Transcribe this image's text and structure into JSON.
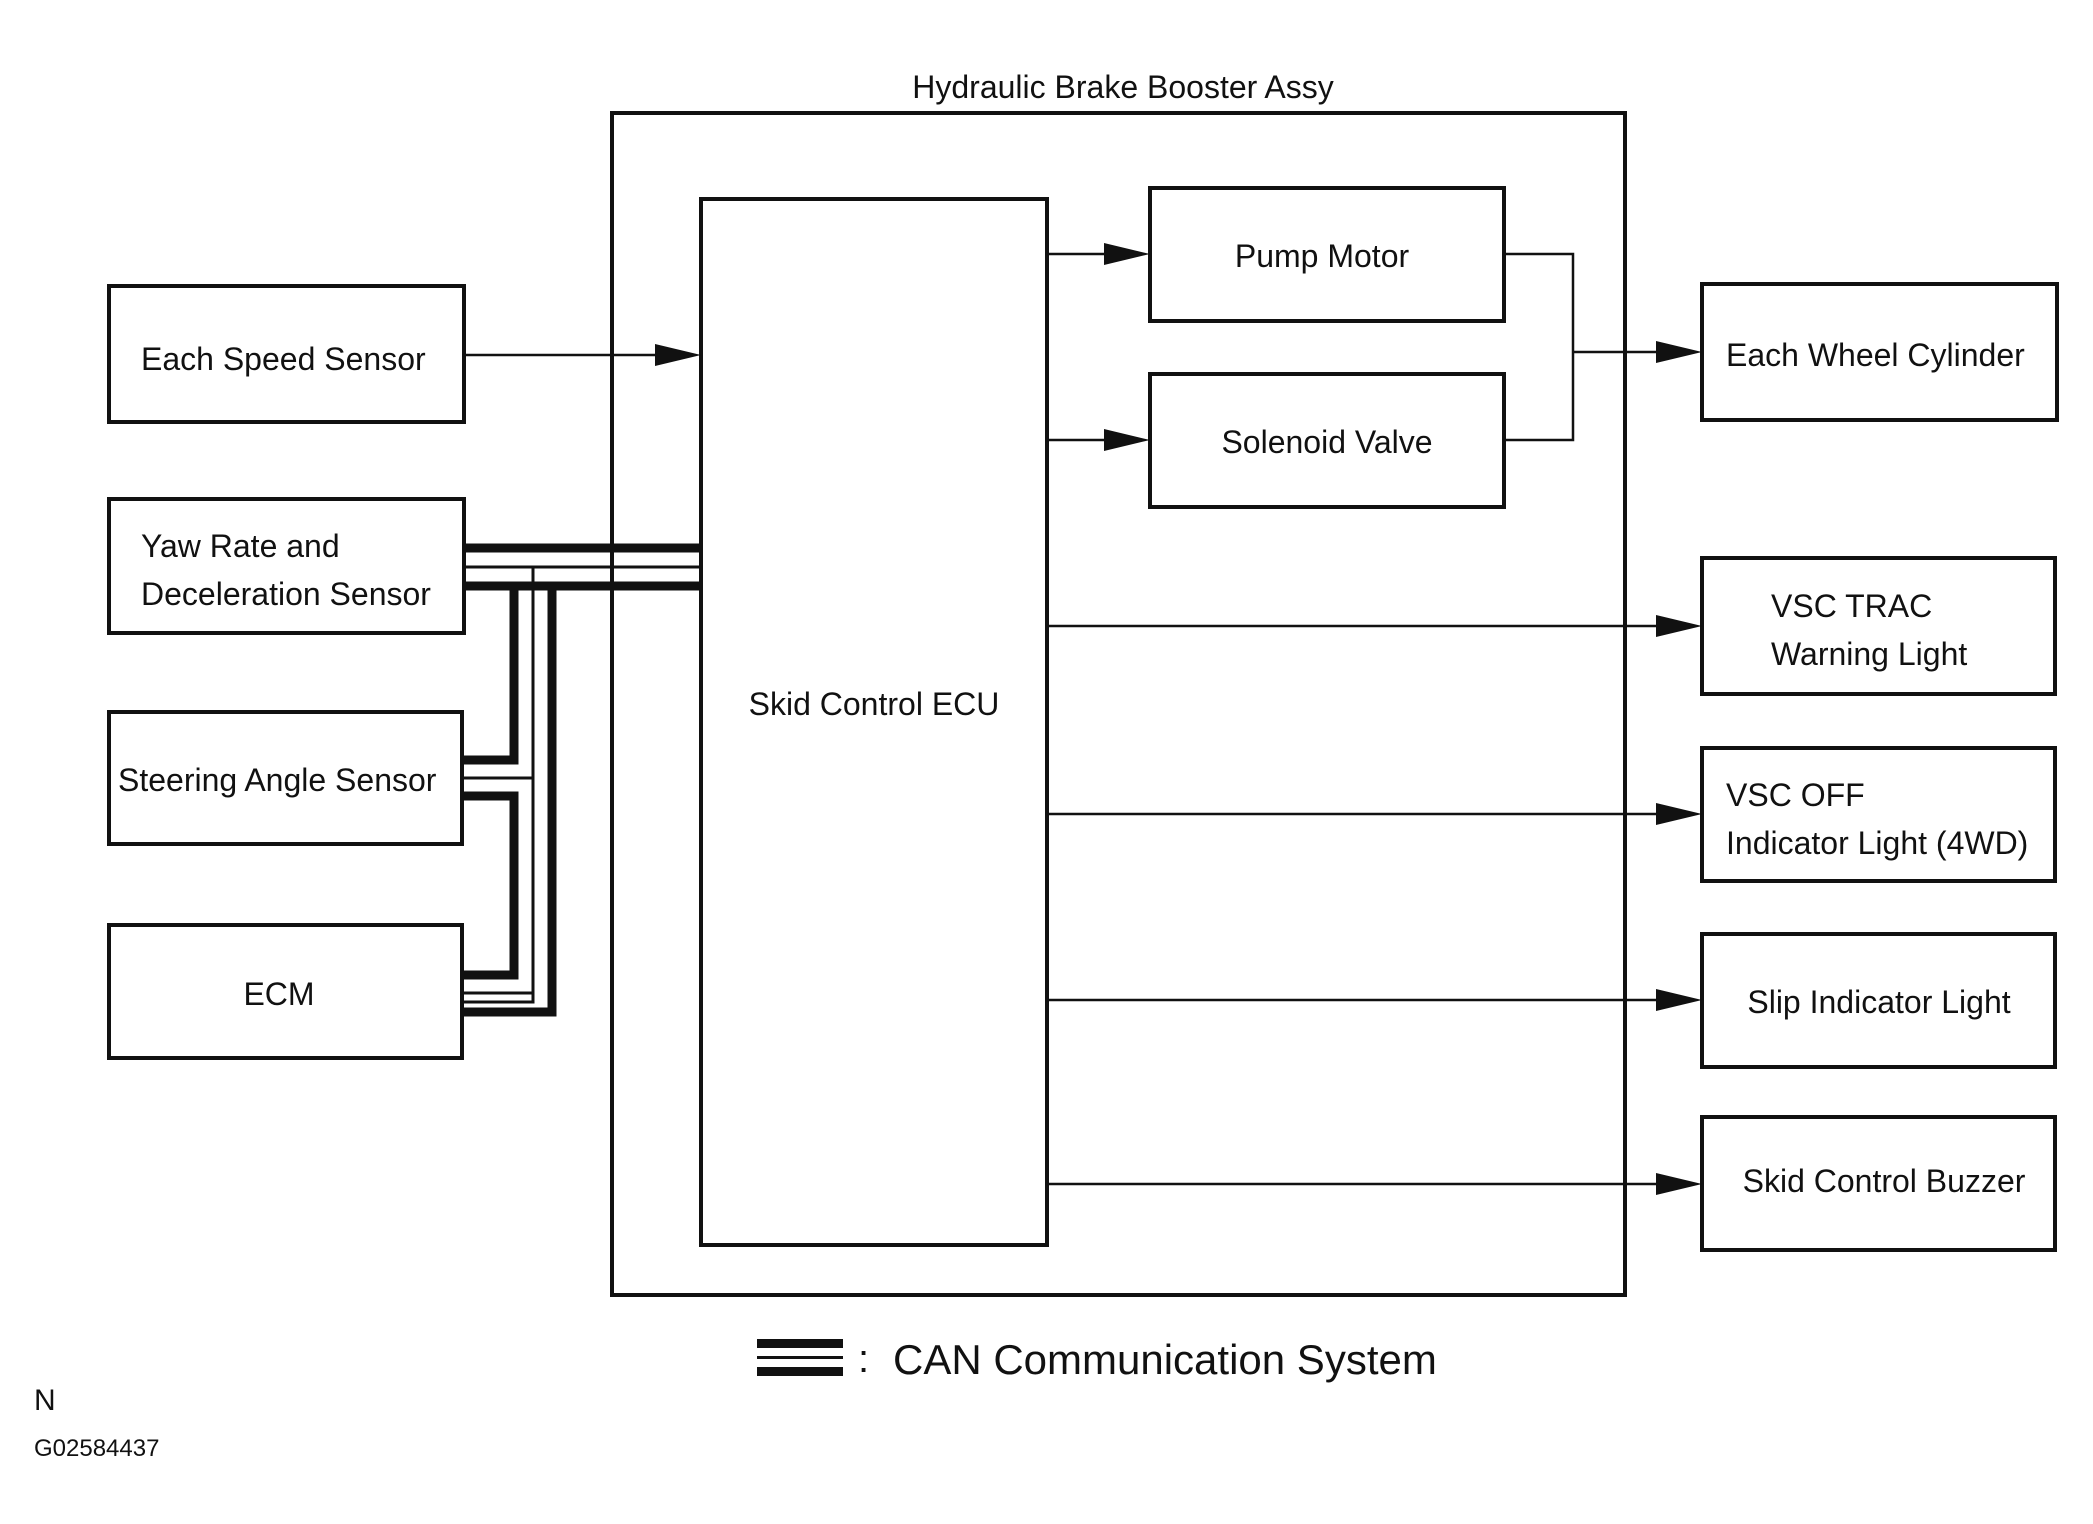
{
  "diagram": {
    "title": "Hydraulic Brake Booster Assy",
    "inputs": {
      "speed_sensor": "Each Speed Sensor",
      "yaw_rate_sensor": [
        "Yaw Rate and",
        "Deceleration Sensor"
      ],
      "steering_angle_sensor": "Steering Angle Sensor",
      "ecm": "ECM"
    },
    "ecu": "Skid Control ECU",
    "actuators": {
      "pump_motor": "Pump Motor",
      "solenoid_valve": "Solenoid Valve"
    },
    "outputs": {
      "wheel_cylinder": "Each Wheel Cylinder",
      "vsc_trac_light": [
        "VSC TRAC",
        "Warning Light"
      ],
      "vsc_off_light": [
        "VSC OFF",
        "Indicator Light (4WD)"
      ],
      "slip_light": "Slip Indicator Light",
      "buzzer": "Skid Control Buzzer"
    },
    "legend": {
      "separator": ":",
      "label": "CAN Communication System"
    },
    "figure_code": "N",
    "figure_id": "G02584437"
  }
}
